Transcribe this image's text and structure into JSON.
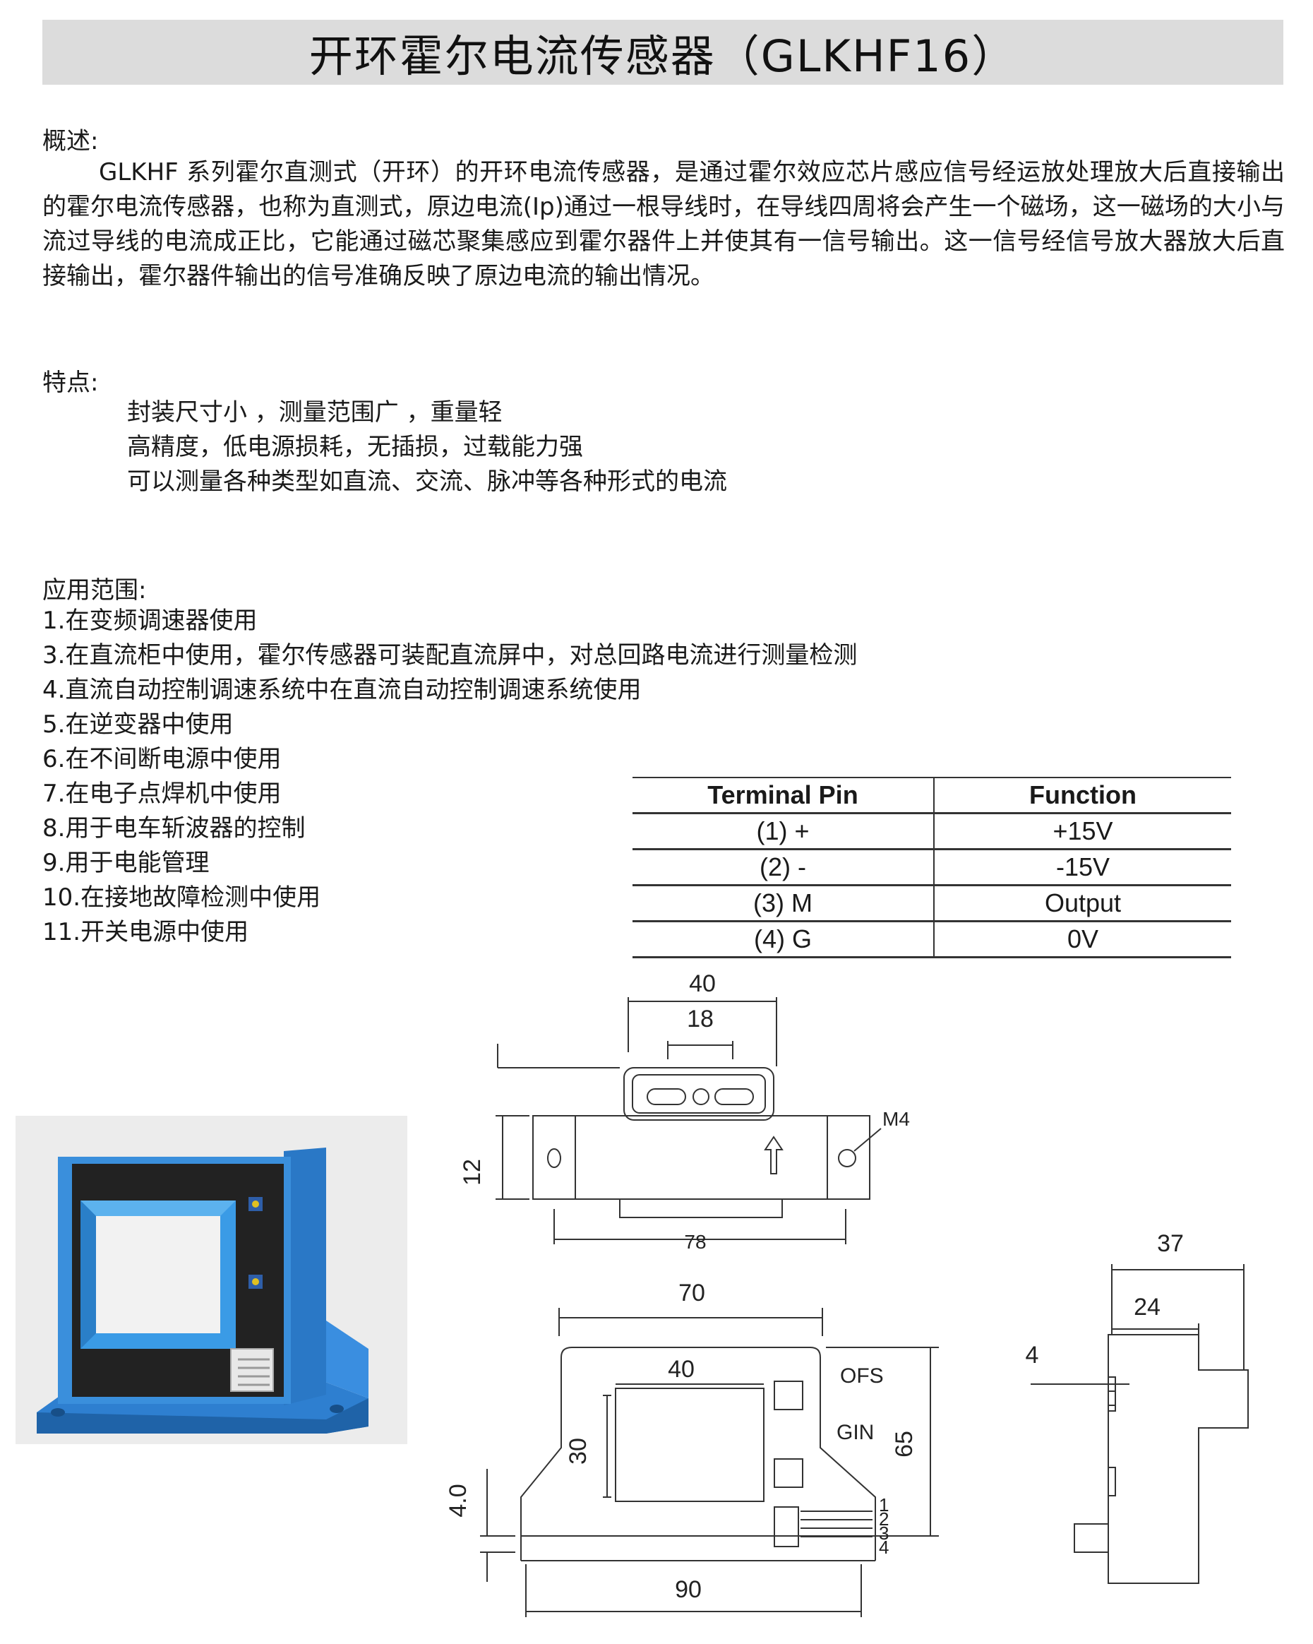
{
  "title": "开环霍尔电流传感器（GLKHF16）",
  "overview": {
    "heading": "概述:",
    "body": "GLKHF 系列霍尔直测式（开环）的开环电流传感器，是通过霍尔效应芯片感应信号经运放处理放大后直接输出的霍尔电流传感器，也称为直测式，原边电流(Ip)通过一根导线时，在导线四周将会产生一个磁场，这一磁场的大小与流过导线的电流成正比，它能通过磁芯聚集感应到霍尔器件上并使其有一信号输出。这一信号经信号放大器放大后直接输出，霍尔器件输出的信号准确反映了原边电流的输出情况。"
  },
  "features": {
    "heading": "特点:",
    "items": [
      "封装尺寸小 ，测量范围广 ，重量轻",
      "高精度，低电源损耗，无插损，过载能力强",
      "可以测量各种类型如直流、交流、脉冲等各种形式的电流"
    ]
  },
  "applications": {
    "heading": "应用范围:",
    "items": [
      "1.在变频调速器使用",
      "3.在直流柜中使用，霍尔传感器可装配直流屏中，对总回路电流进行测量检测",
      "4.直流自动控制调速系统中在直流自动控制调速系统使用",
      "5.在逆变器中使用",
      "6.在不间断电源中使用",
      "7.在电子点焊机中使用",
      "8.用于电车斩波器的控制",
      "9.用于电能管理",
      "10.在接地故障检测中使用",
      "11.开关电源中使用"
    ]
  },
  "pin_table": {
    "headers": [
      "Terminal Pin",
      "Function"
    ],
    "rows": [
      [
        "(1) +",
        "+15V"
      ],
      [
        "(2) -",
        "-15V"
      ],
      [
        "(3) M",
        "Output"
      ],
      [
        "(4) G",
        "0V"
      ]
    ]
  },
  "drawing": {
    "top_view": {
      "dim_width_cut": "40",
      "dim_inner": "18",
      "dim_height": "12",
      "dim_base": "78",
      "label_thread": "M4"
    },
    "front_view": {
      "dim_top": "70",
      "dim_window_w": "40",
      "dim_window_h": "30",
      "dim_height": "65",
      "dim_base_h": "4.0",
      "dim_base_w": "90",
      "label_ofs": "OFS",
      "label_gin": "GIN",
      "pins": [
        "1",
        "2",
        "3",
        "4"
      ]
    },
    "side_view": {
      "dim_depth": "37",
      "dim_body": "24",
      "dim_flange": "4"
    }
  }
}
